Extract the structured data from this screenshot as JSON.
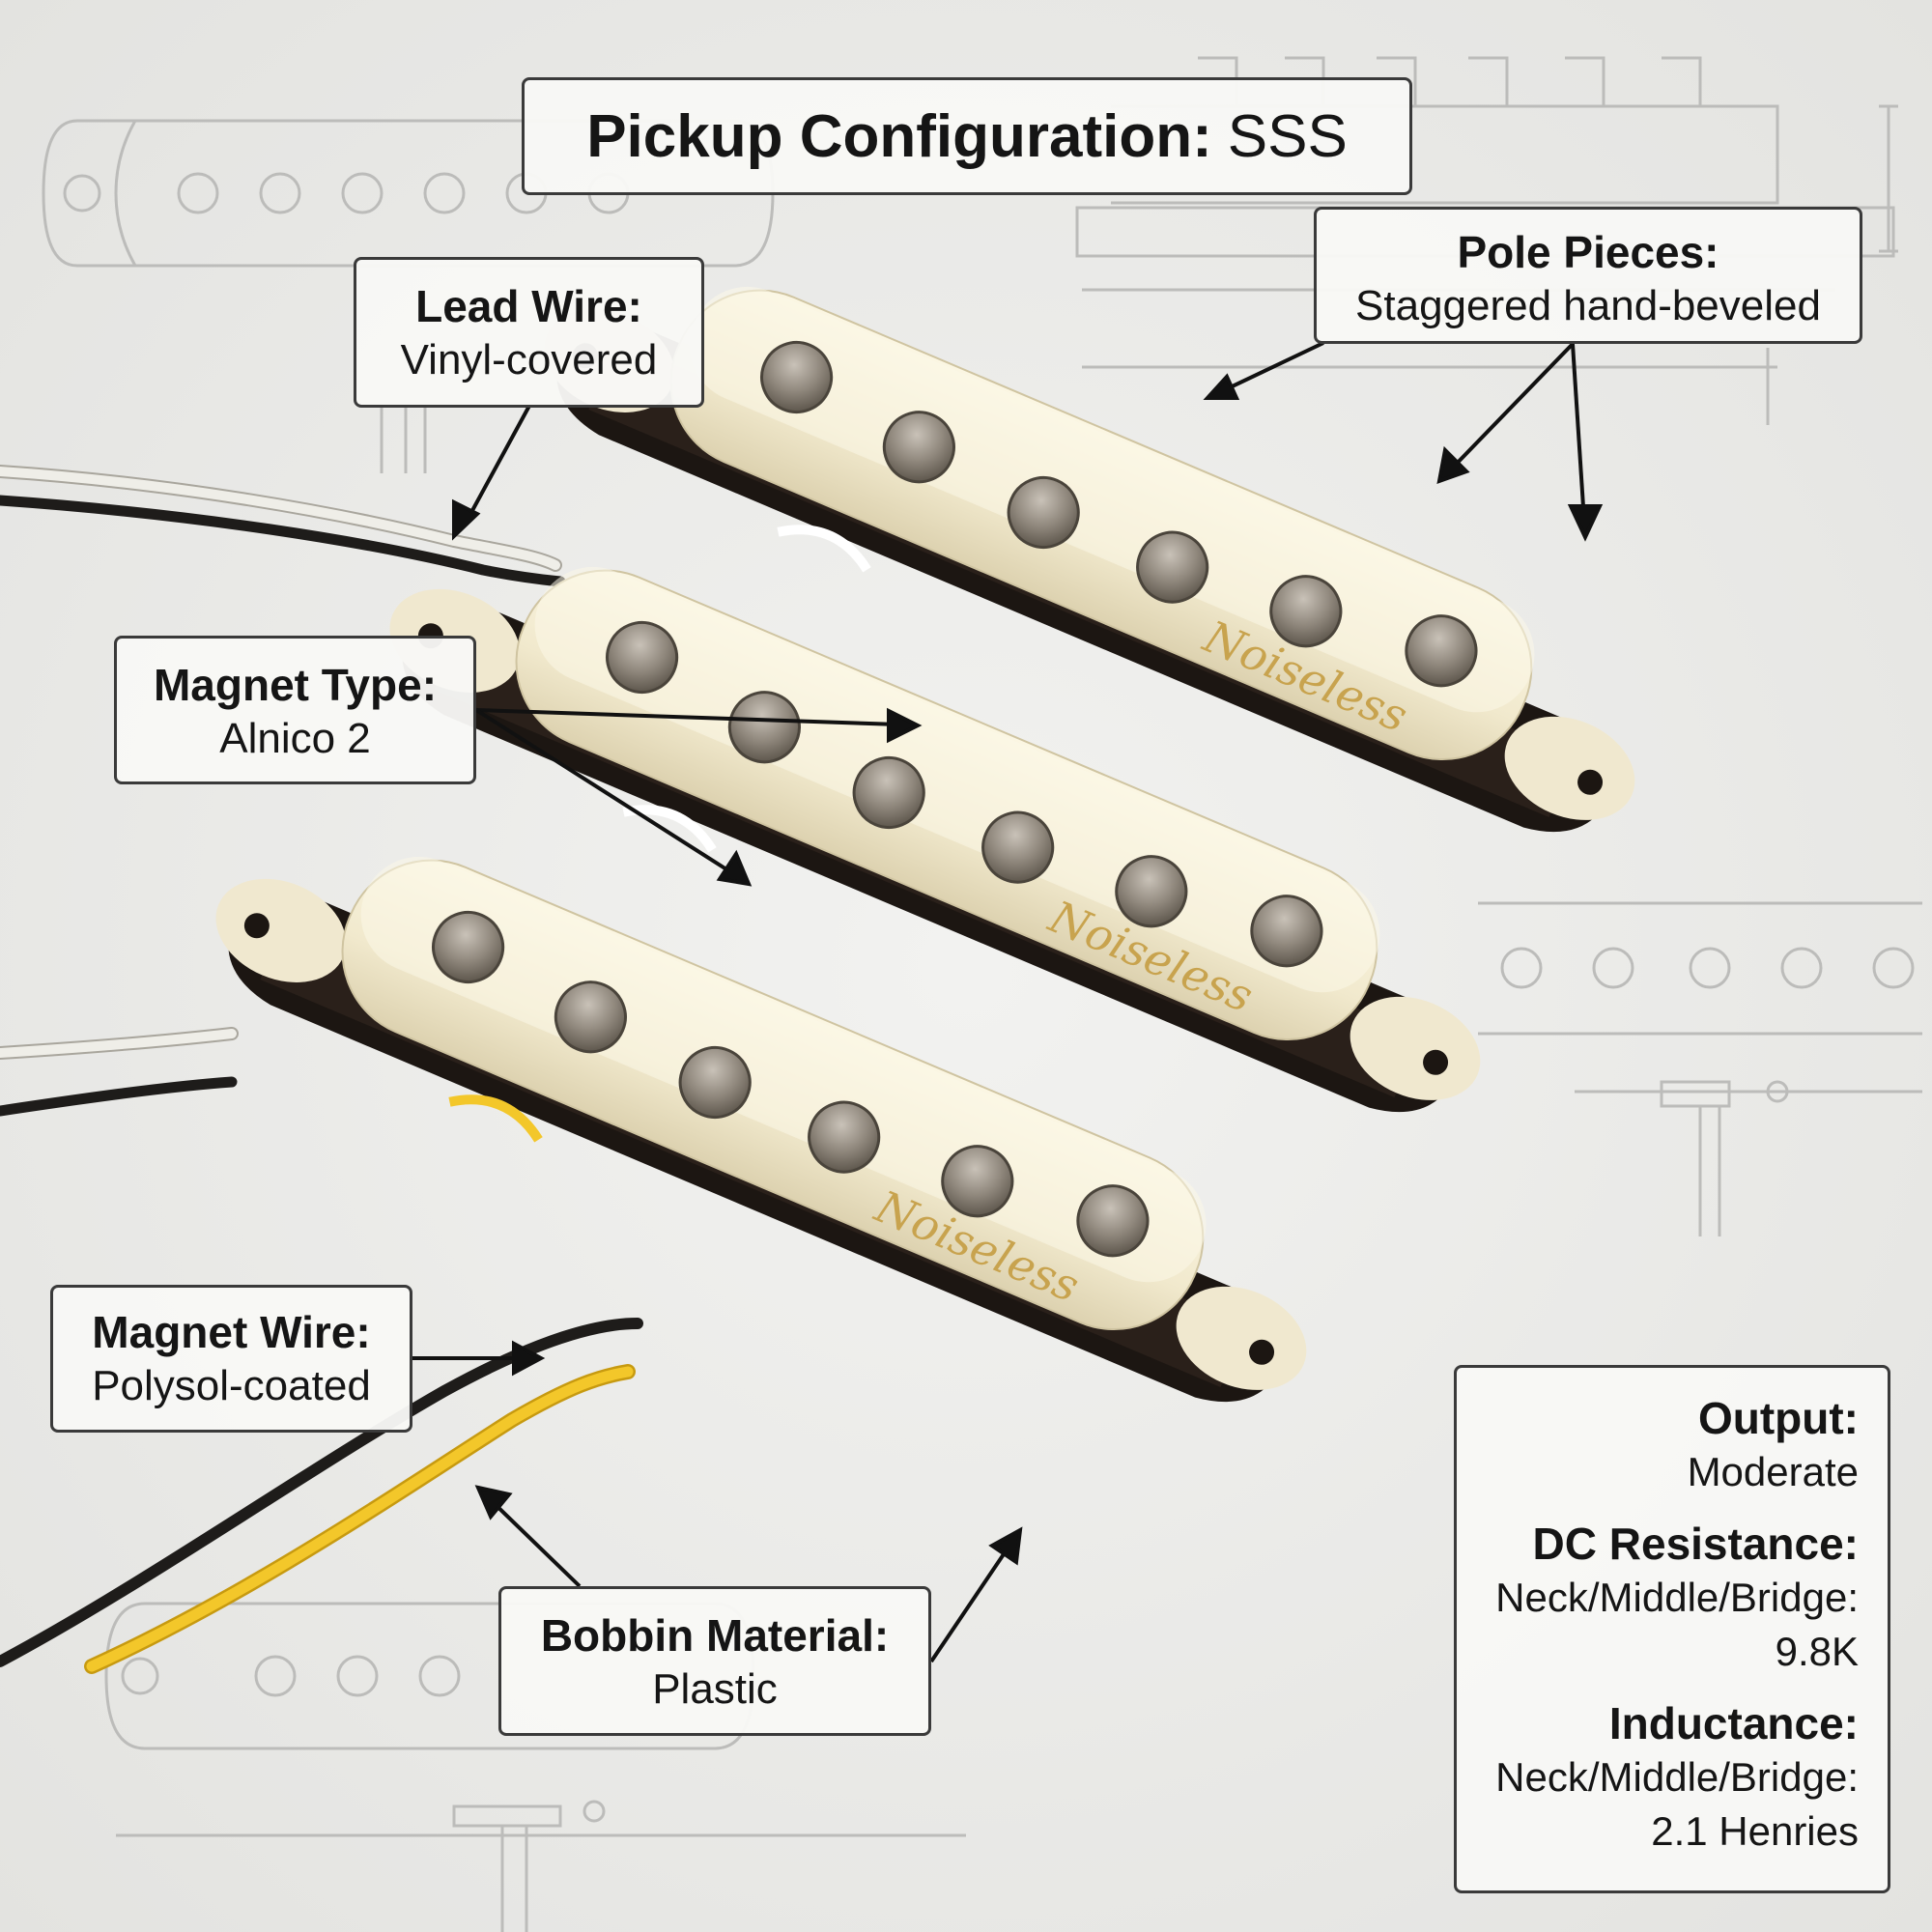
{
  "title": {
    "label": "Pickup Configuration:",
    "value": "SSS"
  },
  "callouts": {
    "lead_wire": {
      "label": "Lead Wire:",
      "value": "Vinyl-covered"
    },
    "pole_pieces": {
      "label": "Pole Pieces:",
      "value": "Staggered hand-beveled"
    },
    "magnet_type": {
      "label": "Magnet Type:",
      "value": "Alnico 2"
    },
    "magnet_wire": {
      "label": "Magnet Wire:",
      "value": "Polysol-coated"
    },
    "bobbin_material": {
      "label": "Bobbin Material:",
      "value": "Plastic"
    }
  },
  "specs": {
    "output": {
      "label": "Output:",
      "value": "Moderate"
    },
    "dc_resistance": {
      "label": "DC Resistance:",
      "sub": "Neck/Middle/Bridge:",
      "value": "9.8K"
    },
    "inductance": {
      "label": "Inductance:",
      "sub": "Neck/Middle/Bridge:",
      "value": "2.1 Henries"
    }
  },
  "pickup_logo": "Noiseless",
  "colors": {
    "background": "#e9e9e7",
    "cover_cream": "#f3ecd2",
    "baseplate_black": "#1c1612",
    "pole_metal": "#8d8377",
    "lead_white": "#ecebe4",
    "lead_black": "#1e1c1a",
    "lead_yellow": "#f0c020",
    "blueprint_line": "#b9b9b7",
    "box_border": "#3a3a3a"
  }
}
